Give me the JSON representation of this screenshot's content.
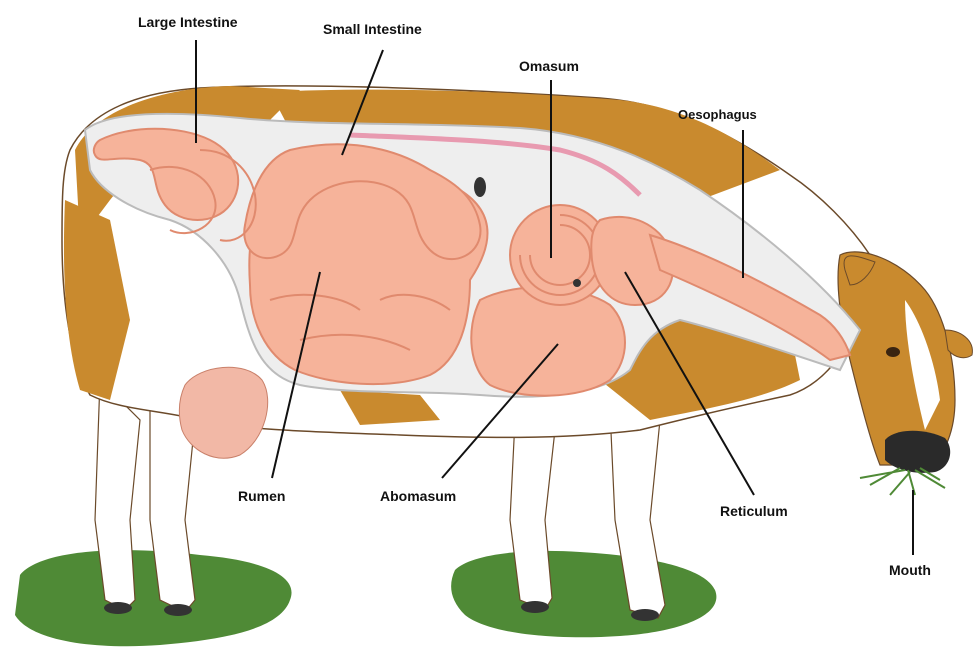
{
  "labels": {
    "large_intestine": "Large Intestine",
    "small_intestine": "Small Intestine",
    "omasum": "Omasum",
    "oesophagus": "Oesophagus",
    "rumen": "Rumen",
    "abomasum": "Abomasum",
    "reticulum": "Reticulum",
    "mouth": "Mouth"
  },
  "colors": {
    "coat_brown": "#c98a2e",
    "coat_white": "#ffffff",
    "organ_pink": "#f6b39a",
    "organ_outline": "#e08a6e",
    "udder_pink": "#f2b8a6",
    "grass_green": "#4f8a36",
    "nose_black": "#2a2a2a",
    "line_black": "#111111"
  }
}
